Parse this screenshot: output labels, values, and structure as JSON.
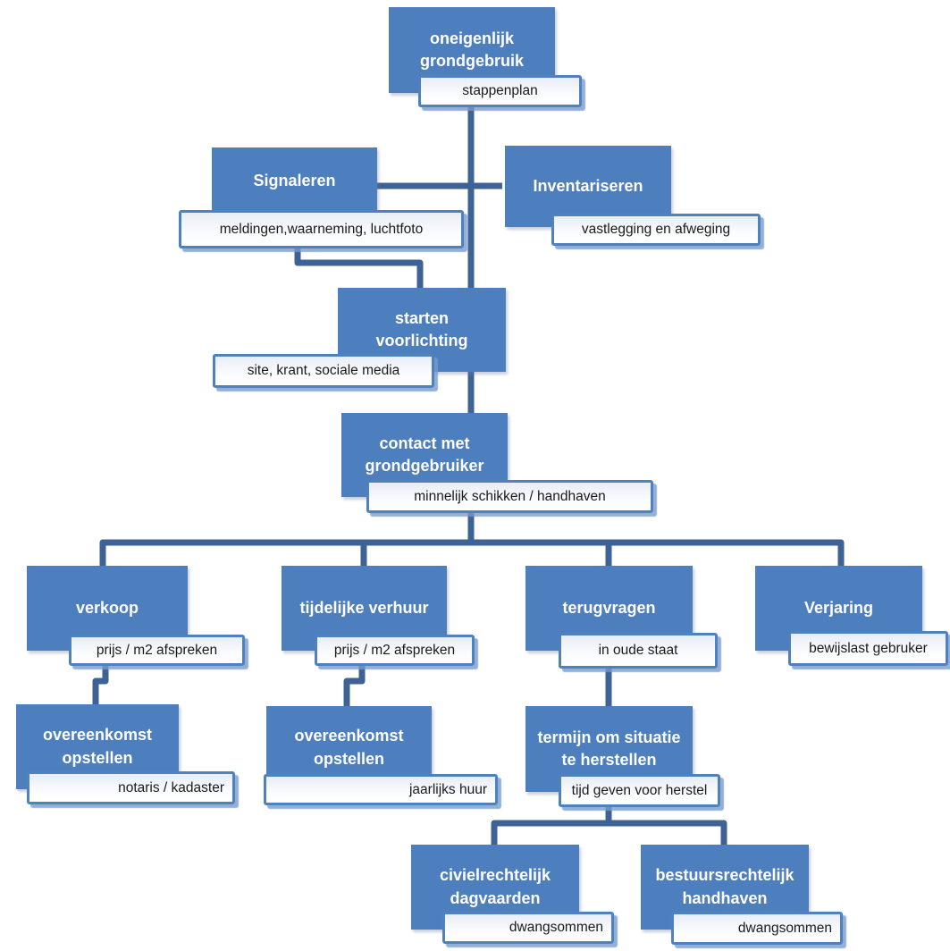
{
  "colors": {
    "node_fill": "#4d7ebd",
    "node_text": "#ffffff",
    "connector": "#3d6295",
    "label_border": "#4f81bd",
    "label_text": "#1a1a1a"
  },
  "nodes": [
    {
      "title": "oneigenlijk\ngrondgebruik",
      "label": "stappenplan"
    },
    {
      "title": "Signaleren",
      "label": "meldingen,waarneming, luchtfoto"
    },
    {
      "title": "Inventariseren",
      "label": "vastlegging en afweging"
    },
    {
      "title": "starten\nvoorlichting",
      "label": "site, krant, sociale media"
    },
    {
      "title": "contact met\ngrondgebruiker",
      "label": "minnelijk schikken / handhaven"
    },
    {
      "title": "verkoop",
      "label": "prijs / m2 afspreken"
    },
    {
      "title": "tijdelijke verhuur",
      "label": "prijs / m2 afspreken"
    },
    {
      "title": "terugvragen",
      "label": "in oude staat"
    },
    {
      "title": "Verjaring",
      "label": "bewijslast gebruker"
    },
    {
      "title": "overeenkomst\nopstellen",
      "label": "notaris / kadaster"
    },
    {
      "title": "overeenkomst\nopstellen",
      "label": "jaarlijks huur"
    },
    {
      "title": "termijn om situatie\nte herstellen",
      "label": "tijd geven voor herstel"
    },
    {
      "title": "civielrechtelijk\ndagvaarden",
      "label": "dwangsommen"
    },
    {
      "title": "bestuursrechtelijk\nhandhaven",
      "label": "dwangsommen"
    }
  ]
}
